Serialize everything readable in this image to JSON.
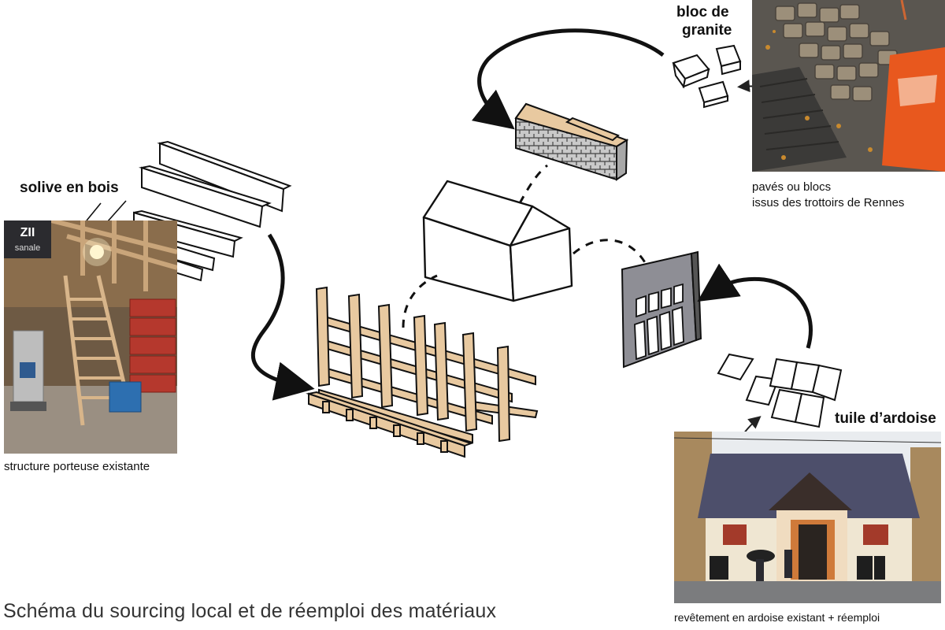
{
  "labels": {
    "wood": "solive en bois",
    "wood_caption": "structure porteuse existante",
    "granite_line1": "bloc de",
    "granite_line2": "granite",
    "granite_caption_line1": "pavés ou blocs",
    "granite_caption_line2": "issus des trottoirs de Rennes",
    "slate": "tuile d’ardoise",
    "slate_caption": "revêtement en ardoise existant + réemploi"
  },
  "title": "Schéma du sourcing local et de réemploi des matériaux",
  "photo_texts": {
    "sign_line1": "ZII",
    "sign_line2": "sanale"
  },
  "colors": {
    "wood": "#e8c9a0",
    "granite_wall": "#c8c8c8",
    "facade": "#8e8e95",
    "roof_slate": "#4d4f6b",
    "outline": "#111111"
  }
}
